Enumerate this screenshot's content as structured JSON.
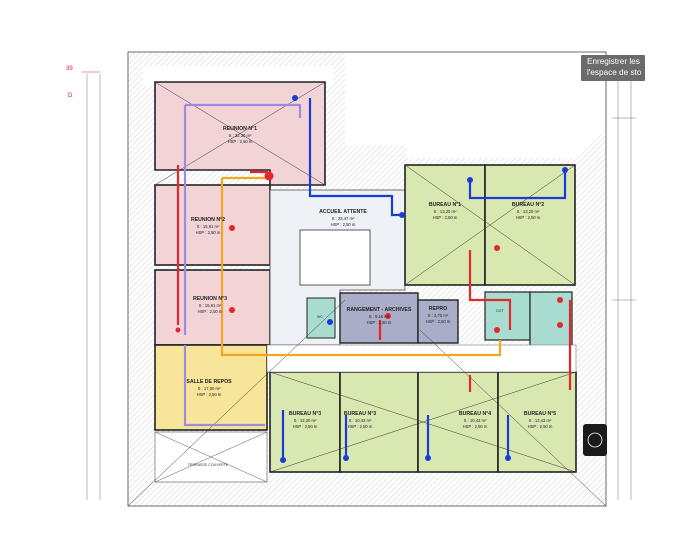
{
  "tooltip": {
    "line1": "Enregistrer les",
    "line2": "l'espace de sto"
  },
  "margin_marks": {
    "left_top": "39",
    "left_d": "D"
  },
  "rooms": [
    {
      "id": "reunion1",
      "name": "REUNION N°1",
      "sub1": "S : 32,30 m²",
      "sub2": "HSP : 2,50 m"
    },
    {
      "id": "reunion2",
      "name": "REUNION N°2",
      "sub1": "S : 15,61 m²",
      "sub2": "HSP : 2,50 m"
    },
    {
      "id": "reunion3",
      "name": "REUNION N°3",
      "sub1": "S : 15,61 m²",
      "sub2": "HSP : 2,50 m"
    },
    {
      "id": "accueil",
      "name": "ACCUEIL ATTENTE",
      "sub1": "S : 28,47 m²",
      "sub2": "HSP : 2,50 m"
    },
    {
      "id": "bureau1",
      "name": "BUREAU N°1",
      "sub1": "S : 13,20 m²",
      "sub2": "HSP : 2,50 m"
    },
    {
      "id": "bureau2",
      "name": "BUREAU N°2",
      "sub1": "S : 13,20 m²",
      "sub2": "HSP : 2,50 m"
    },
    {
      "id": "rangement",
      "name": "RANGEMENT - ARCHIVES",
      "sub1": "S : 9,16 m²",
      "sub2": "HSP : 2,50 m"
    },
    {
      "id": "repro",
      "name": "REPRO",
      "sub1": "S : 3,70 m²",
      "sub2": "HSP : 2,50 m"
    },
    {
      "id": "repos",
      "name": "SALLE DE REPOS",
      "sub1": "S : 17,00 m²",
      "sub2": "HSP : 2,50 m"
    },
    {
      "id": "bureau3",
      "name": "BUREAU N°3",
      "sub1": "S : 12,20 m²",
      "sub2": "HSP : 2,50 m"
    },
    {
      "id": "bureau4a",
      "name": "BUREAU N°3",
      "sub1": "S : 10,43 m²",
      "sub2": "HSP : 2,50 m"
    },
    {
      "id": "bureau4",
      "name": "BUREAU N°4",
      "sub1": "S : 10,43 m²",
      "sub2": "HSP : 2,50 m"
    },
    {
      "id": "bureau5",
      "name": "BUREAU N°5",
      "sub1": "S : 13,43 m²",
      "sub2": "HSP : 2,50 m"
    }
  ],
  "tags": {
    "terrasse": "TERRASSE COUVERTE",
    "degagement": "DGT",
    "wc": "WC"
  },
  "colors": {
    "reunion": "#f2d3d6",
    "bureau": "#d9e8b0",
    "repos": "#f7e59a",
    "rangement": "#a9adc8",
    "sanitaire": "#a8dcd0",
    "accueil": "#eef2f7",
    "red_pipe": "#e5262b",
    "blue_pipe": "#1a3cd6",
    "orange_pipe": "#f4a623",
    "violet_pipe": "#9b8ce0"
  }
}
